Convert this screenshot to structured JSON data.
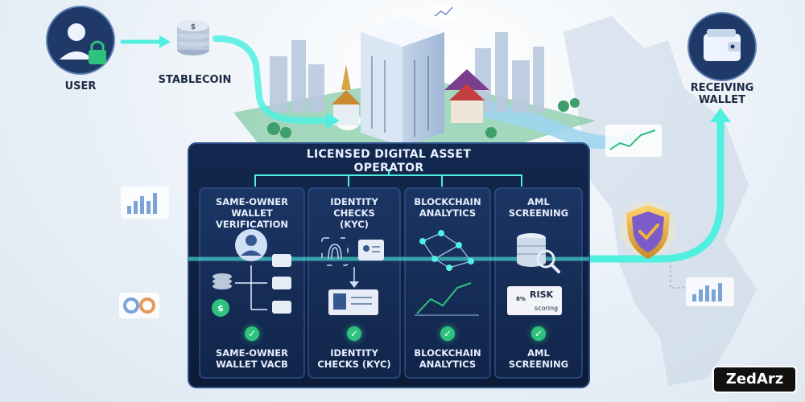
{
  "nodes": {
    "user": "USER",
    "stablecoin": "STABLECOIN",
    "receiving_wallet": "RECEIVING\nWALLET"
  },
  "panel": {
    "title": "LICENSED DIGITAL ASSET\nOPERATOR",
    "columns": [
      {
        "heading": "SAME-OWNER WALLET\nVERIFICATION",
        "footer": "SAME-OWNER\nWALLET VACB"
      },
      {
        "heading": "IDENTITY CHECKS\n(KYC)",
        "footer": "IDENTITY\nCHECKS (KYC)"
      },
      {
        "heading": "BLOCKCHAIN\nANALYTICS",
        "footer": "BLOCKCHAIN\nANALYTICS"
      },
      {
        "heading": "AML\nSCREENING",
        "footer": "AML\nSCREENING"
      }
    ],
    "risk": {
      "title": "RISK",
      "sub": "scoring",
      "percent": "8%"
    }
  },
  "brand": "ZedArz",
  "colors": {
    "flow": "#4ff0e0",
    "panel_bg": "#0f2142",
    "panel_border": "#2f4f86",
    "node_circle": "#1f3a68",
    "check": "#2ec27e",
    "shield": "#f2b441"
  }
}
